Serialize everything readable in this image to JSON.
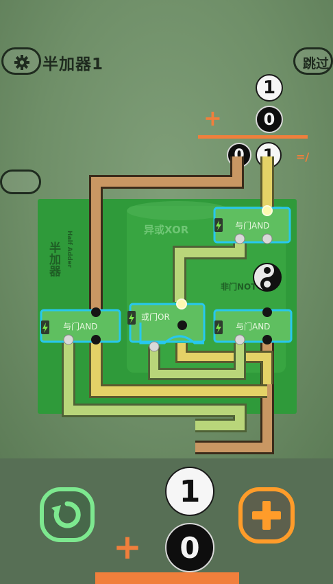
{
  "header": {
    "level_title": "半加器1",
    "skip_label": "跳过",
    "settings_icon": "gear-icon"
  },
  "equation": {
    "operand_a": "1",
    "operand_b": "0",
    "plus": "+",
    "result_carry": "0",
    "result_sum": "1",
    "equals": "=/"
  },
  "board": {
    "title": "半加器",
    "subtitle": "Half Adder",
    "xor_label": "异或XOR",
    "not_label": "非门NOT",
    "gates": [
      {
        "id": "and-top",
        "label": "与门AND"
      },
      {
        "id": "and-left",
        "label": "与门AND"
      },
      {
        "id": "or-mid",
        "label": "或门OR"
      },
      {
        "id": "and-right",
        "label": "与门AND"
      }
    ]
  },
  "controls": {
    "reset_icon": "restart-icon",
    "add_icon": "plus-icon",
    "input_a": "1",
    "input_b": "0",
    "plus": "+"
  },
  "colors": {
    "background": "#6f8f68",
    "board": "#2f9a3a",
    "wire_tan": "#c99763",
    "wire_yellow": "#e4d267",
    "wire_lime": "#b9d67a",
    "gate_border": "#27c8ef",
    "accent": "#f07f3c",
    "reset_green": "#7de88f",
    "add_orange": "#ff9c2a"
  }
}
